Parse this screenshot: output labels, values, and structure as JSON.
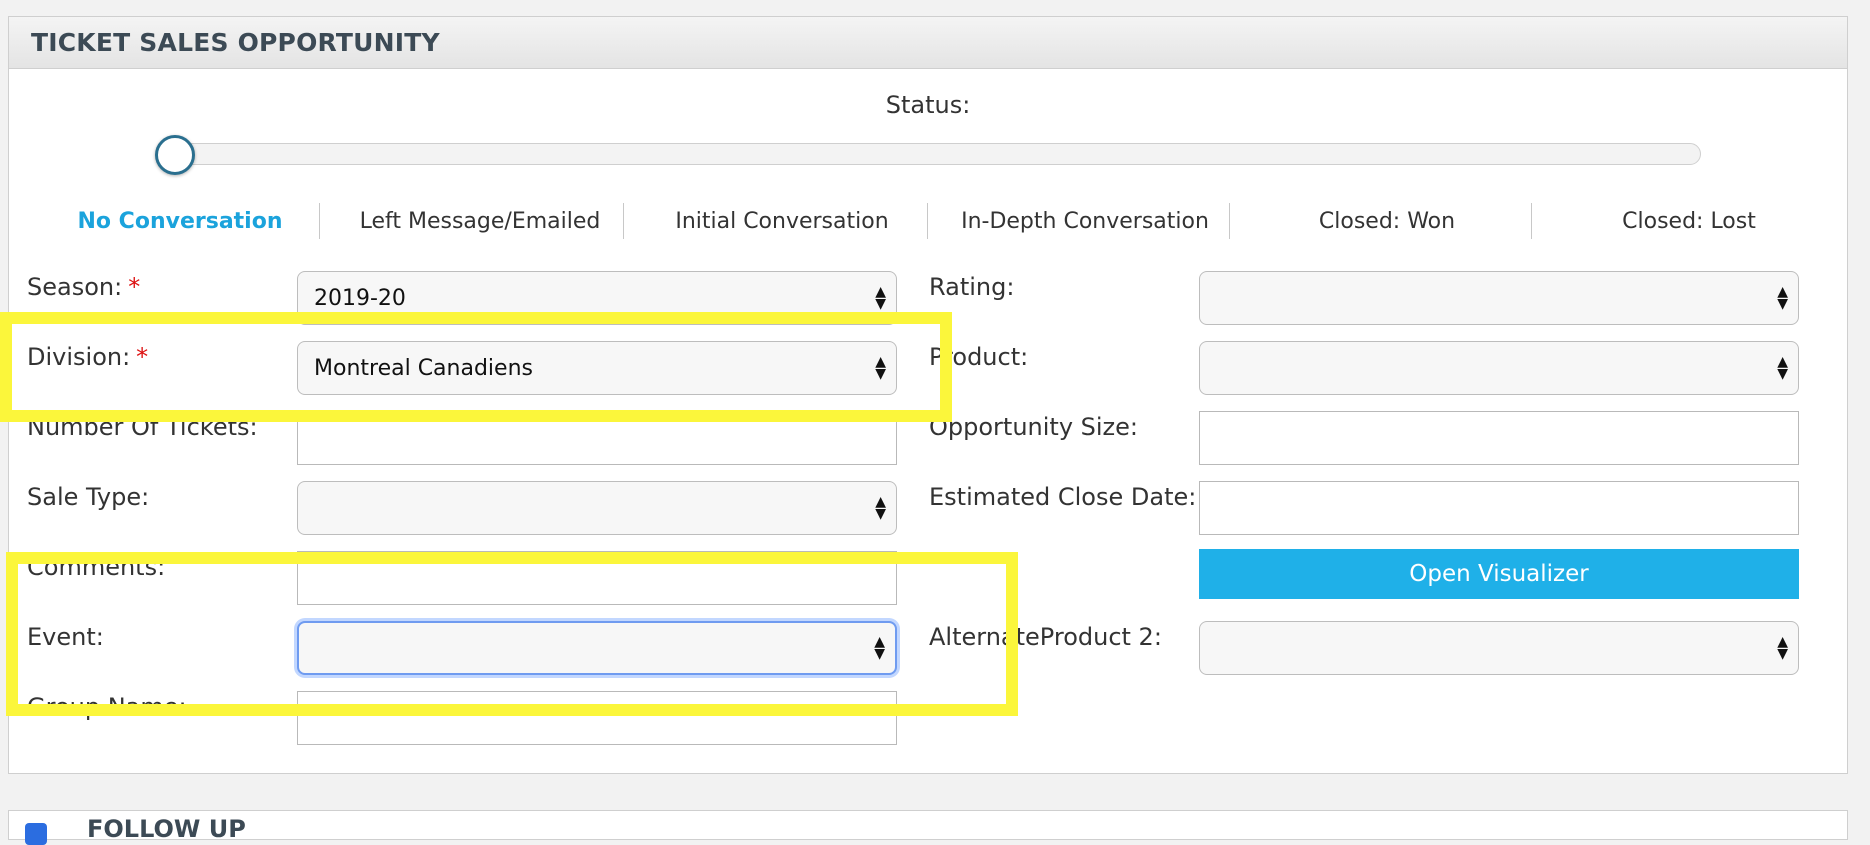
{
  "panel": {
    "title": "TICKET SALES OPPORTUNITY"
  },
  "status": {
    "label": "Status:",
    "stages": [
      "No Conversation",
      "Left Message/Emailed",
      "Initial Conversation",
      "In-Depth Conversation",
      "Closed: Won",
      "Closed: Lost"
    ],
    "active_stage": "No Conversation",
    "slider_fraction": 0
  },
  "left_fields": {
    "season": {
      "label": "Season:",
      "value": "2019-20",
      "required": "*"
    },
    "division": {
      "label": "Division:",
      "value": "Montreal Canadiens",
      "required": "*"
    },
    "tickets": {
      "label": "Number Of Tickets:",
      "value": ""
    },
    "sale_type": {
      "label": "Sale Type:",
      "value": ""
    },
    "comments": {
      "label": "Comments:",
      "value": ""
    },
    "event": {
      "label": "Event:",
      "value": ""
    },
    "group_name": {
      "label": "Group Name:",
      "value": ""
    }
  },
  "right_fields": {
    "rating": {
      "label": "Rating:",
      "value": ""
    },
    "product": {
      "label": "Product:",
      "value": ""
    },
    "opportunity_size": {
      "label": "Opportunity Size:",
      "value": ""
    },
    "close_date": {
      "label": "Estimated Close Date:",
      "value": ""
    },
    "visualizer_button": "Open Visualizer",
    "alt_product_2": {
      "label": "AlternateProduct 2:",
      "value": ""
    }
  },
  "follow_up": {
    "title": "FOLLOW UP"
  },
  "colors": {
    "accent": "#1fb0e8",
    "highlight": "#fbf63b",
    "required": "#dd1111"
  }
}
